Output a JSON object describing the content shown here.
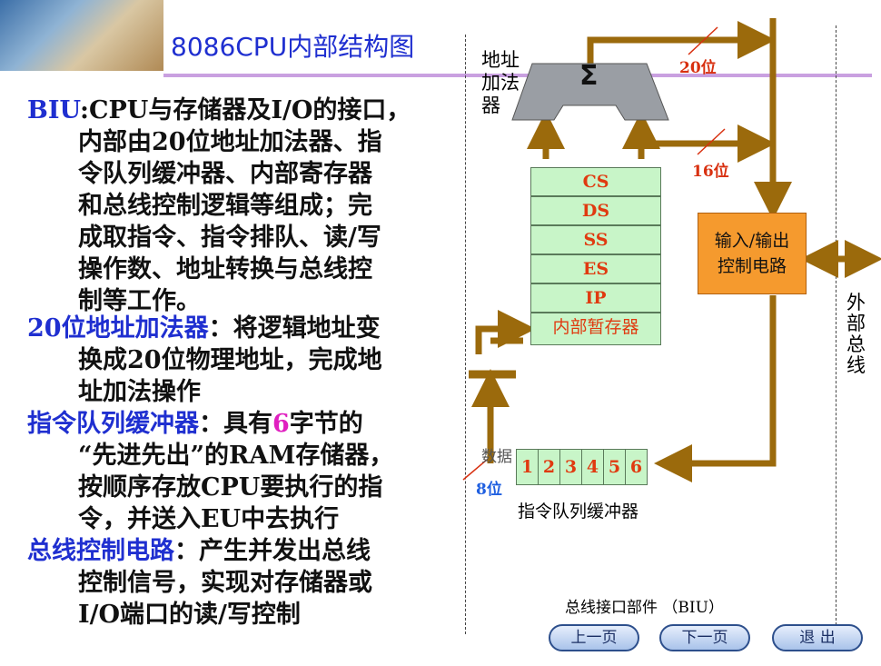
{
  "title": "8086CPU内部结构图",
  "left_text": {
    "p1_key": "BIU",
    "p1_line1": ":CPU与存储器及I/O的接口，",
    "p1_lines": [
      "内部由20位地址加法器、指",
      "令队列缓冲器、内部寄存器",
      "和总线控制逻辑等组成；完",
      "成取指令、指令排队、读/写",
      "操作数、地址转换与总线控",
      "制等工作。"
    ],
    "p2_key": "20位地址加法器",
    "p2_line1": "：将逻辑地址变",
    "p2_lines": [
      "换成20位物理地址，完成地",
      "址加法操作"
    ],
    "p3_key": "指令队列缓冲器",
    "p3_line1a": "：具有",
    "p3_num": "6",
    "p3_line1b": "字节的",
    "p3_lines": [
      "“先进先出”的RAM存储器，",
      "按顺序存放CPU要执行的指",
      "令，并送入EU中去执行"
    ],
    "p4_key": "总线控制电路",
    "p4_line1": "：产生并发出总线",
    "p4_lines": [
      "控制信号，实现对存储器或",
      "I/O端口的读/写控制"
    ]
  },
  "diagram": {
    "adder_label": "地址\n加法\n器",
    "adder_symbol": "Σ",
    "bus20": "20位",
    "bus16": "16位",
    "bus8": "8位",
    "data_label": "数据",
    "registers": [
      "CS",
      "DS",
      "SS",
      "ES",
      "IP",
      "内部暂存器"
    ],
    "io_box": "输入/输出\n控制电路",
    "ext_bus": "外\n部\n总\n线",
    "queue": [
      "1",
      "2",
      "3",
      "4",
      "5",
      "6"
    ],
    "queue_label": "指令队列缓冲器",
    "caption": "总线接口部件 （BIU）"
  },
  "nav": {
    "prev": "上一页",
    "next": "下一页",
    "exit": "退  出"
  },
  "colors": {
    "bus": "#9b6a0c",
    "register_fill": "#c8f5c8",
    "io_fill": "#f59a2e",
    "title": "#1f2fd0",
    "register_text": "#e03a10"
  }
}
